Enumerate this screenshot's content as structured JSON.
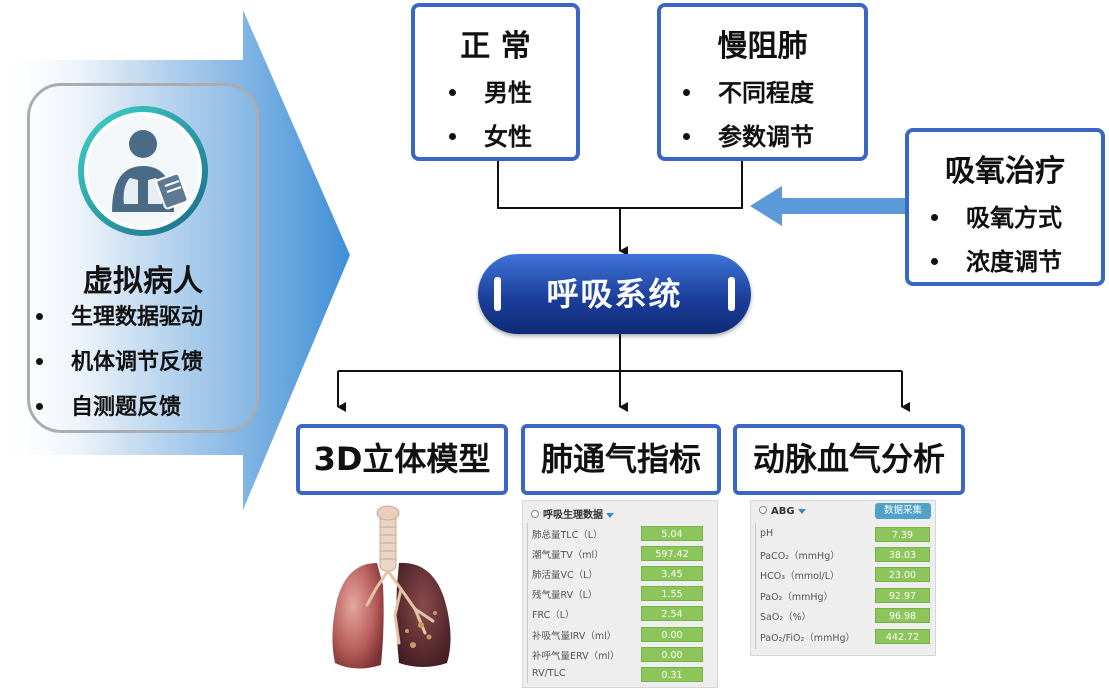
{
  "patient": {
    "title": "虚拟病人",
    "features": [
      "生理数据驱动",
      "机体调节反馈",
      "自测题反馈"
    ]
  },
  "normal_box": {
    "title": "正  常",
    "items": [
      "男性",
      "女性"
    ]
  },
  "copd_box": {
    "title": "慢阻肺",
    "items": [
      "不同程度",
      "参数调节"
    ]
  },
  "oxygen_box": {
    "title": "吸氧治疗",
    "items": [
      "吸氧方式",
      "浓度调节"
    ]
  },
  "center": {
    "label": "呼吸系统"
  },
  "outputs": {
    "model_3d": "3D立体模型",
    "ventilation": "肺通气指标",
    "blood_gas": "动脉血气分析"
  },
  "resp_panel": {
    "header": "呼吸生理数据",
    "rows": [
      {
        "label": "肺总量TLC（L）",
        "value": "5.04"
      },
      {
        "label": "潮气量TV（ml）",
        "value": "597.42"
      },
      {
        "label": "肺活量VC（L）",
        "value": "3.45"
      },
      {
        "label": "残气量RV（L）",
        "value": "1.55"
      },
      {
        "label": "FRC（L）",
        "value": "2.54"
      },
      {
        "label": "补吸气量IRV（ml）",
        "value": "0.00"
      },
      {
        "label": "补呼气量ERV（ml）",
        "value": "0.00"
      },
      {
        "label": "RV/TLC",
        "value": "0.31"
      }
    ]
  },
  "abg_panel": {
    "header": "ABG",
    "button": "数据采集",
    "rows": [
      {
        "label": "pH",
        "value": "7.39"
      },
      {
        "label": "PaCO₂（mmHg）",
        "value": "38.03"
      },
      {
        "label": "HCO₃（mmol/L）",
        "value": "23.00"
      },
      {
        "label": "PaO₂（mmHg）",
        "value": "92.97"
      },
      {
        "label": "SaO₂（%）",
        "value": "96.98"
      },
      {
        "label": "PaO₂/FiO₂（mmHg）",
        "value": "442.72"
      }
    ]
  },
  "colors": {
    "box_border": "#3a66c4",
    "pill_dark": "#0f2a75",
    "value_green": "#8cc55a",
    "button_blue": "#4fa3c9",
    "arrow_light": "#5a9ad8"
  }
}
